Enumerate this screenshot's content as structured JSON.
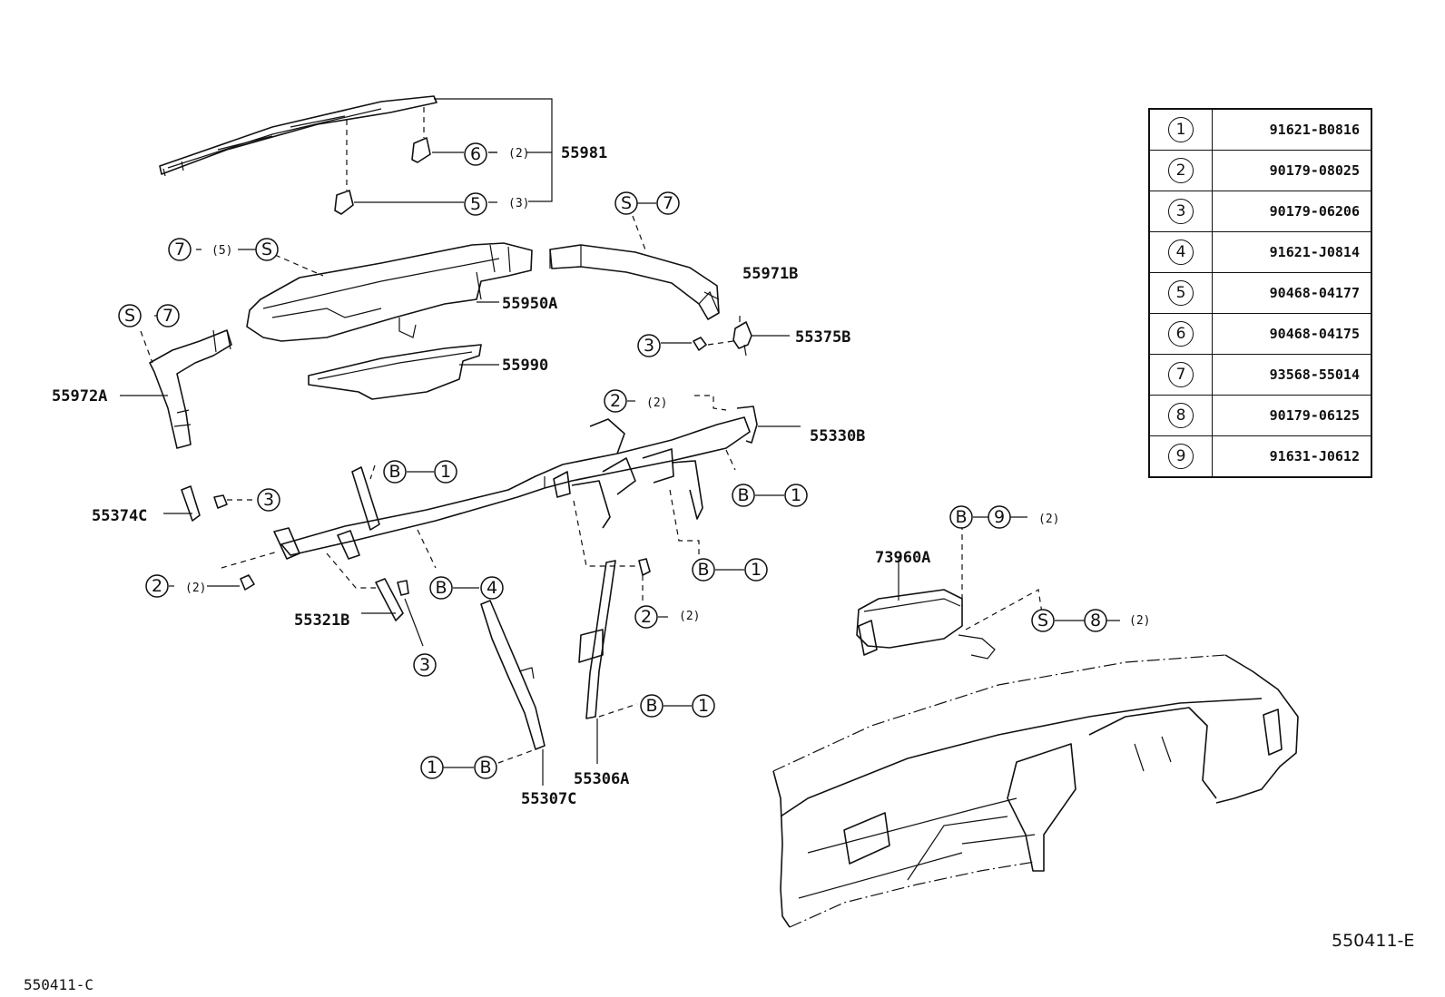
{
  "labels": {
    "p55981": "55981",
    "p55971B": "55971B",
    "p55950A": "55950A",
    "p55972A": "55972A",
    "p55990": "55990",
    "p55375B": "55375B",
    "p55330B": "55330B",
    "p55374C": "55374C",
    "p55321B": "55321B",
    "p73960A": "73960A",
    "p55306A": "55306A",
    "p55307C": "55307C"
  },
  "quantities": {
    "q6": "(2)",
    "q5": "(3)",
    "q7a": "(5)",
    "q2a": "(2)",
    "q2b": "(2)",
    "q2c": "(2)",
    "q9": "(2)",
    "q8": "(2)"
  },
  "callouts": {
    "c1": "1",
    "c2": "2",
    "c3": "3",
    "c4": "4",
    "c5": "5",
    "c6": "6",
    "c7": "7",
    "c8": "8",
    "c9": "9",
    "B": "B",
    "S": "S"
  },
  "legend": {
    "rows": [
      {
        "key": "1",
        "part": "91621-B0816"
      },
      {
        "key": "2",
        "part": "90179-08025"
      },
      {
        "key": "3",
        "part": "90179-06206"
      },
      {
        "key": "4",
        "part": "91621-J0814"
      },
      {
        "key": "5",
        "part": "90468-04177"
      },
      {
        "key": "6",
        "part": "90468-04175"
      },
      {
        "key": "7",
        "part": "93568-55014"
      },
      {
        "key": "8",
        "part": "90179-06125"
      },
      {
        "key": "9",
        "part": "91631-J0612"
      }
    ]
  },
  "diagram_codes": {
    "left": "550411-C",
    "right": "550411-E"
  }
}
